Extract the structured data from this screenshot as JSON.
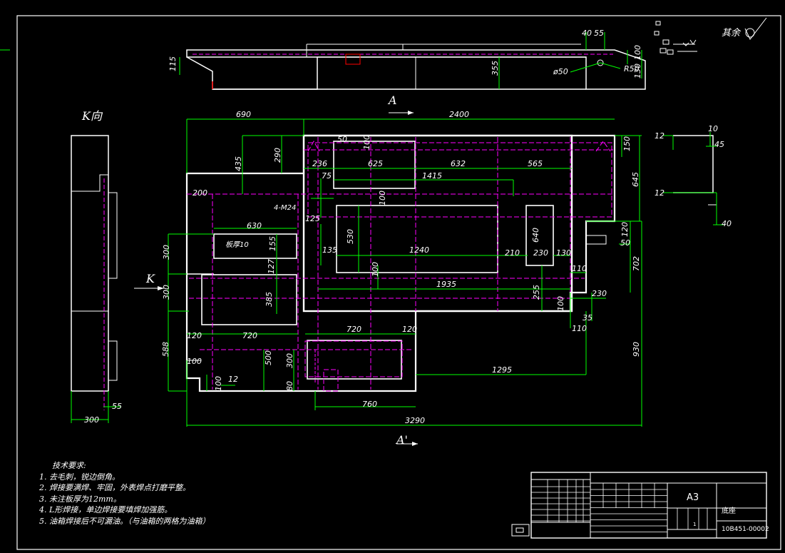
{
  "view_labels": {
    "k_view": "K向",
    "k_arrow": "K",
    "section_top": "A",
    "section_bottom": "A'"
  },
  "roughness_note": "其余",
  "dimensions": {
    "d40": "40",
    "d55_top": "55",
    "d100_top": "100",
    "d115": "115",
    "d355": "355",
    "d50dia": "ø50",
    "r50": "R50",
    "d130_top": "130",
    "d690": "690",
    "d2400": "2400",
    "d435": "435",
    "d290": "290",
    "d50": "50",
    "d100_a": "100",
    "d150": "150",
    "d645": "645",
    "d236": "236",
    "d625": "625",
    "d632": "632",
    "d565": "565",
    "d75": "75",
    "d1415": "1415",
    "d200": "200",
    "m24": "4-M24",
    "d125": "125",
    "d100_b": "100",
    "d530": "530",
    "d640": "640",
    "d135": "135",
    "d1240": "1240",
    "d210": "210",
    "d230_a": "230",
    "d130_b": "130",
    "d120_a": "120",
    "d50_b": "50",
    "d630": "630",
    "plate": "板厚10",
    "d155": "155",
    "d300_a": "300",
    "d127": "127",
    "d100_c": "100",
    "d110_a": "110",
    "d702": "702",
    "d300_b": "300",
    "d1935": "1935",
    "d255": "255",
    "d230_b": "230",
    "d100_d": "100",
    "d35": "35",
    "d110_b": "110",
    "d385": "385",
    "d720_a": "720",
    "d720_b": "720",
    "d120_b": "120",
    "d120_c": "120",
    "d588": "588",
    "d500": "500",
    "d300_c": "300",
    "d930": "930",
    "d1295": "1295",
    "d100_e": "100",
    "d12_a": "12",
    "d100_f": "100",
    "d80": "80",
    "d760": "760",
    "d3290": "3290",
    "k300": "300",
    "k55": "55",
    "s12_a": "12",
    "s10": "10",
    "s45": "45",
    "s12_b": "12",
    "s40": "40"
  },
  "tech_notes": {
    "title": "技术要求:",
    "items": [
      "1. 去毛刺，锐边倒角。",
      "2. 焊接要满焊、牢固，外表焊点打磨平整。",
      "3. 未注板厚为12mm。",
      "4. L形焊接，单边焊接要填焊加强筋。",
      "5. 油箱焊接后不可漏油。（与油箱的两格为油箱）"
    ]
  },
  "title_block": {
    "size": "A3",
    "part_name": "底座",
    "drawing_no": "10B451-00002",
    "sheet": "1"
  },
  "colors": {
    "outline": "#ffffff",
    "dimension": "#00ff00",
    "hidden": "#ff00ff",
    "accent": "#ff0000",
    "background": "#000000"
  }
}
